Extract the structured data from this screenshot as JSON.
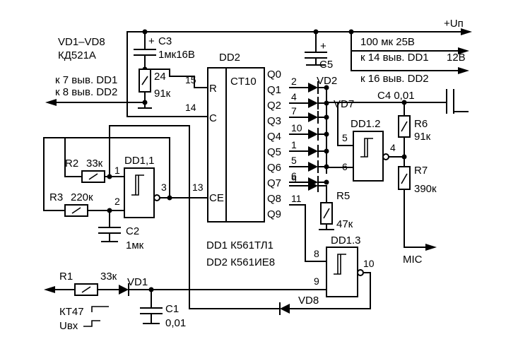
{
  "power": {
    "supply": "+Uп",
    "out_100mk": "100 мк 25В",
    "out_pin14": "к 14 выв. DD1",
    "out_12v": "12В",
    "out_pin16": "к 16 выв. DD2"
  },
  "legend": {
    "diodes_range": "VD1–VD8",
    "diodes_type": "КД521А",
    "chips_dd1": "DD1 К561ТЛ1",
    "chips_dd2": "DD2 К561ИЕ8"
  },
  "left_outputs": {
    "pin7": "к 7 выв. DD1",
    "pin8": "к 8 выв. DD2"
  },
  "components": {
    "c3_name": "C3",
    "c3_value": "1мк16В",
    "r24": "24",
    "r24_value": "91к",
    "c5": "C5",
    "c4": "C4 0,01",
    "r6": "R6",
    "r6_value": "91к",
    "r7": "R7",
    "r7_value": "390к",
    "r5": "R5",
    "r5_value": "47к",
    "r2": "R2",
    "r2_value": "33к",
    "r3": "R3",
    "r3_value": "220к",
    "c2": "C2",
    "c2_value": "1мк",
    "r1": "R1",
    "r1_value": "33к",
    "c1": "C1",
    "c1_value": "0,01",
    "vd1": "VD1",
    "vd2": "VD2",
    "vd7": "VD7",
    "vd8": "VD8",
    "kt47": "КТ47",
    "uvx": "Uвх",
    "mic": "MIC"
  },
  "dd2": {
    "name": "DD2",
    "type": "CT10",
    "in_r": "R",
    "in_c": "C",
    "in_ce": "CE",
    "pin_r": "15",
    "pin_c": "14",
    "pin_ce": "13",
    "outputs": [
      "Q0",
      "Q1",
      "Q2",
      "Q3",
      "Q4",
      "Q5",
      "Q6",
      "Q7",
      "Q8",
      "Q9"
    ],
    "out_pins": [
      "2",
      "4",
      "7",
      "10",
      "1",
      "5",
      "6",
      "9",
      "11"
    ]
  },
  "dd1_1": {
    "name": "DD1,1",
    "pin_in1": "1",
    "pin_in2": "2",
    "pin_out": "3"
  },
  "dd1_2": {
    "name": "DD1.2",
    "pin_in1": "5",
    "pin_in2": "6",
    "pin_out": "4"
  },
  "dd1_3": {
    "name": "DD1.3",
    "pin_in1": "8",
    "pin_in2": "9",
    "pin_out": "10"
  },
  "plus": "+"
}
